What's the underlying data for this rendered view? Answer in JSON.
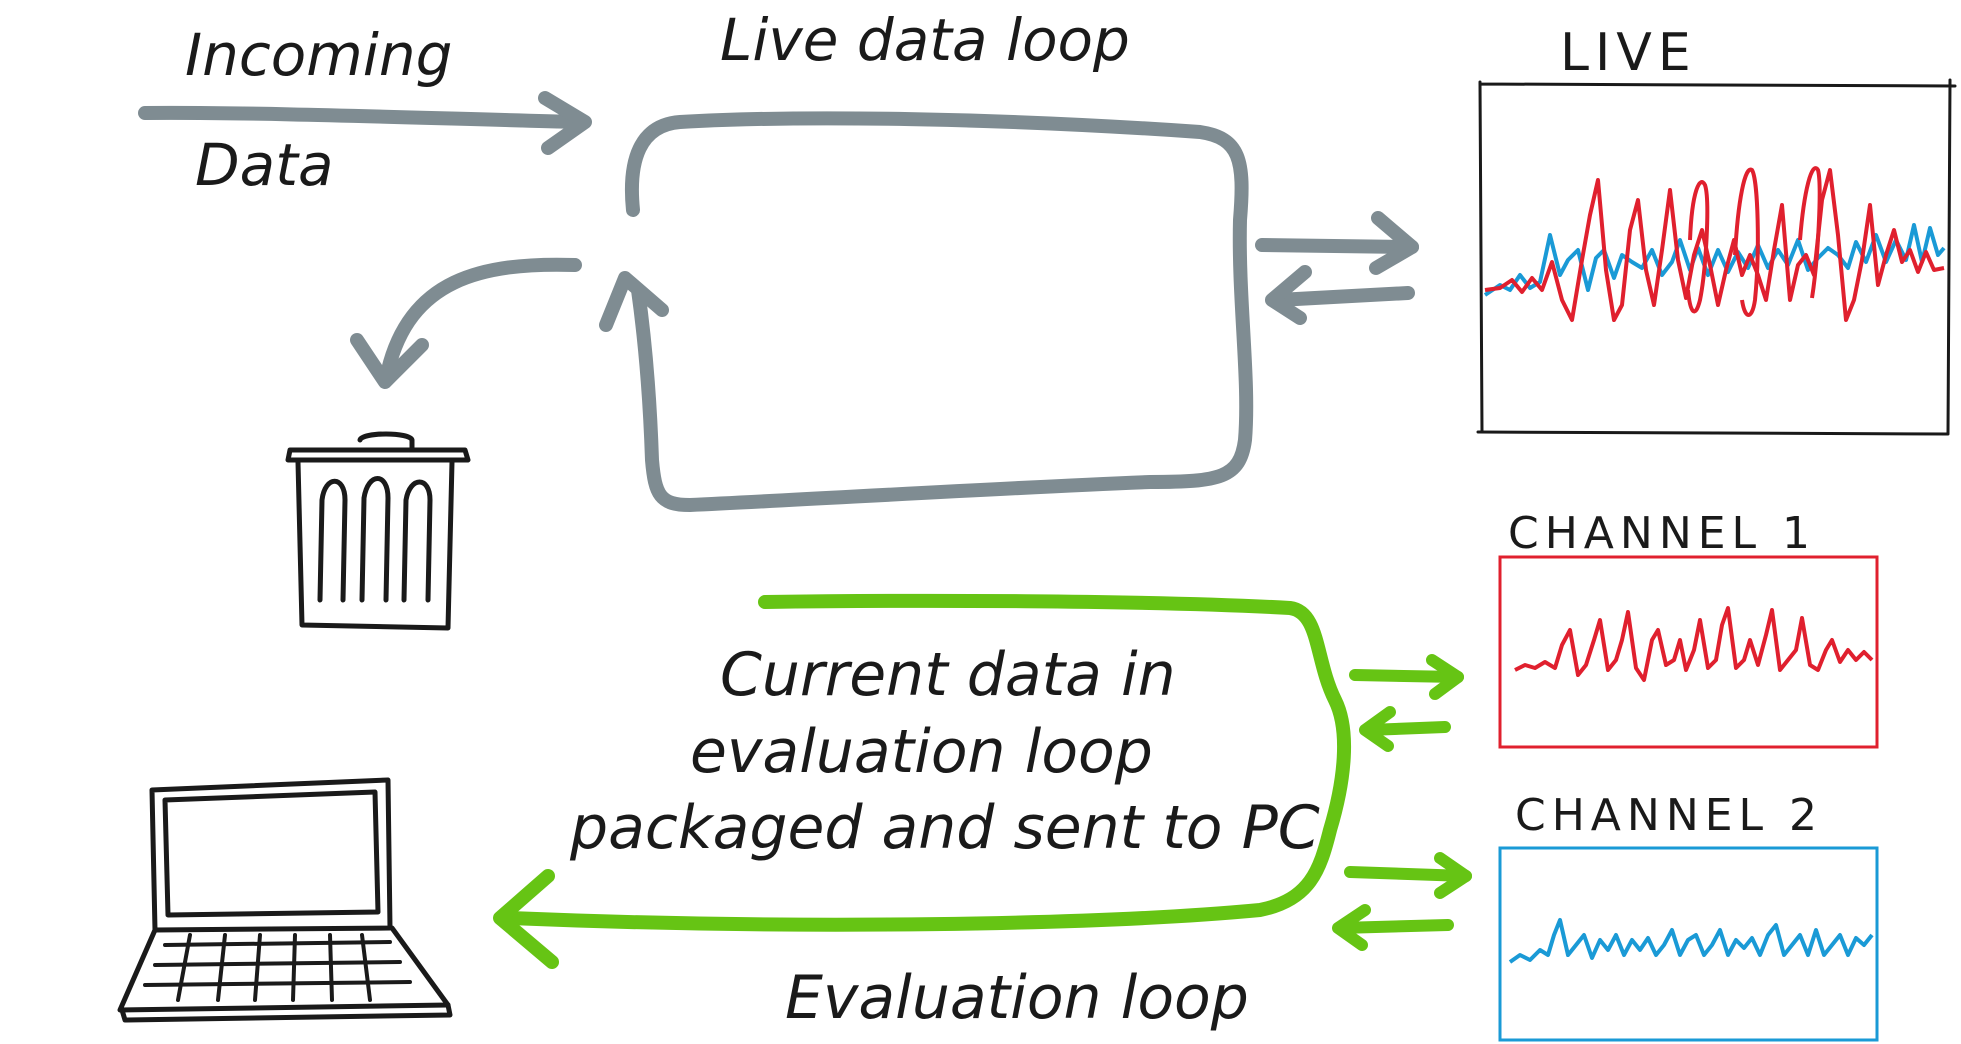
{
  "labels": {
    "incoming_line1": "Incoming",
    "incoming_line2": "Data",
    "live_loop": "Live data loop",
    "live": "LIVE",
    "channel1": "CHANNEL 1",
    "channel2": "CHANNEL 2",
    "current_line1": "Current data in",
    "current_line2": "evaluation loop",
    "current_line3": "packaged and sent to PC",
    "evaluation_loop": "Evaluation loop"
  },
  "colors": {
    "gray_loop": "#7f8c92",
    "green_loop": "#66c414",
    "channel1": "#e0202e",
    "channel2": "#1a9ad6",
    "ink": "#1a1a1a"
  },
  "icons": [
    "trash-can-icon",
    "laptop-icon"
  ]
}
